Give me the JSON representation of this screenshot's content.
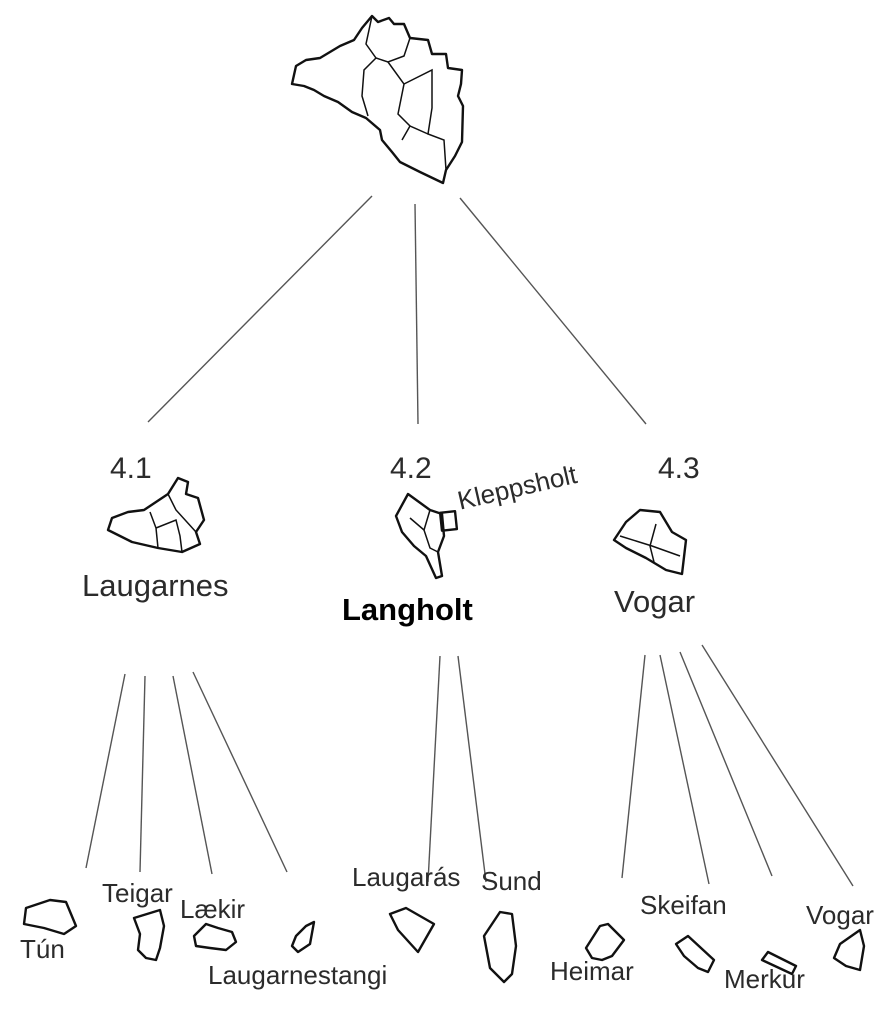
{
  "root": {},
  "districts": [
    {
      "code": "4.1",
      "name": "Laugarnes",
      "subareas": [
        "Tún",
        "Teigar",
        "Lækir",
        "Laugarnestangi"
      ]
    },
    {
      "code": "4.2",
      "name": "Langholt",
      "extra_label": "Kleppsholt",
      "subareas": [
        "Laugarás",
        "Sund"
      ]
    },
    {
      "code": "4.3",
      "name": "Vogar",
      "subareas": [
        "Heimar",
        "Skeifan",
        "Merkur",
        "Vogar"
      ]
    }
  ]
}
